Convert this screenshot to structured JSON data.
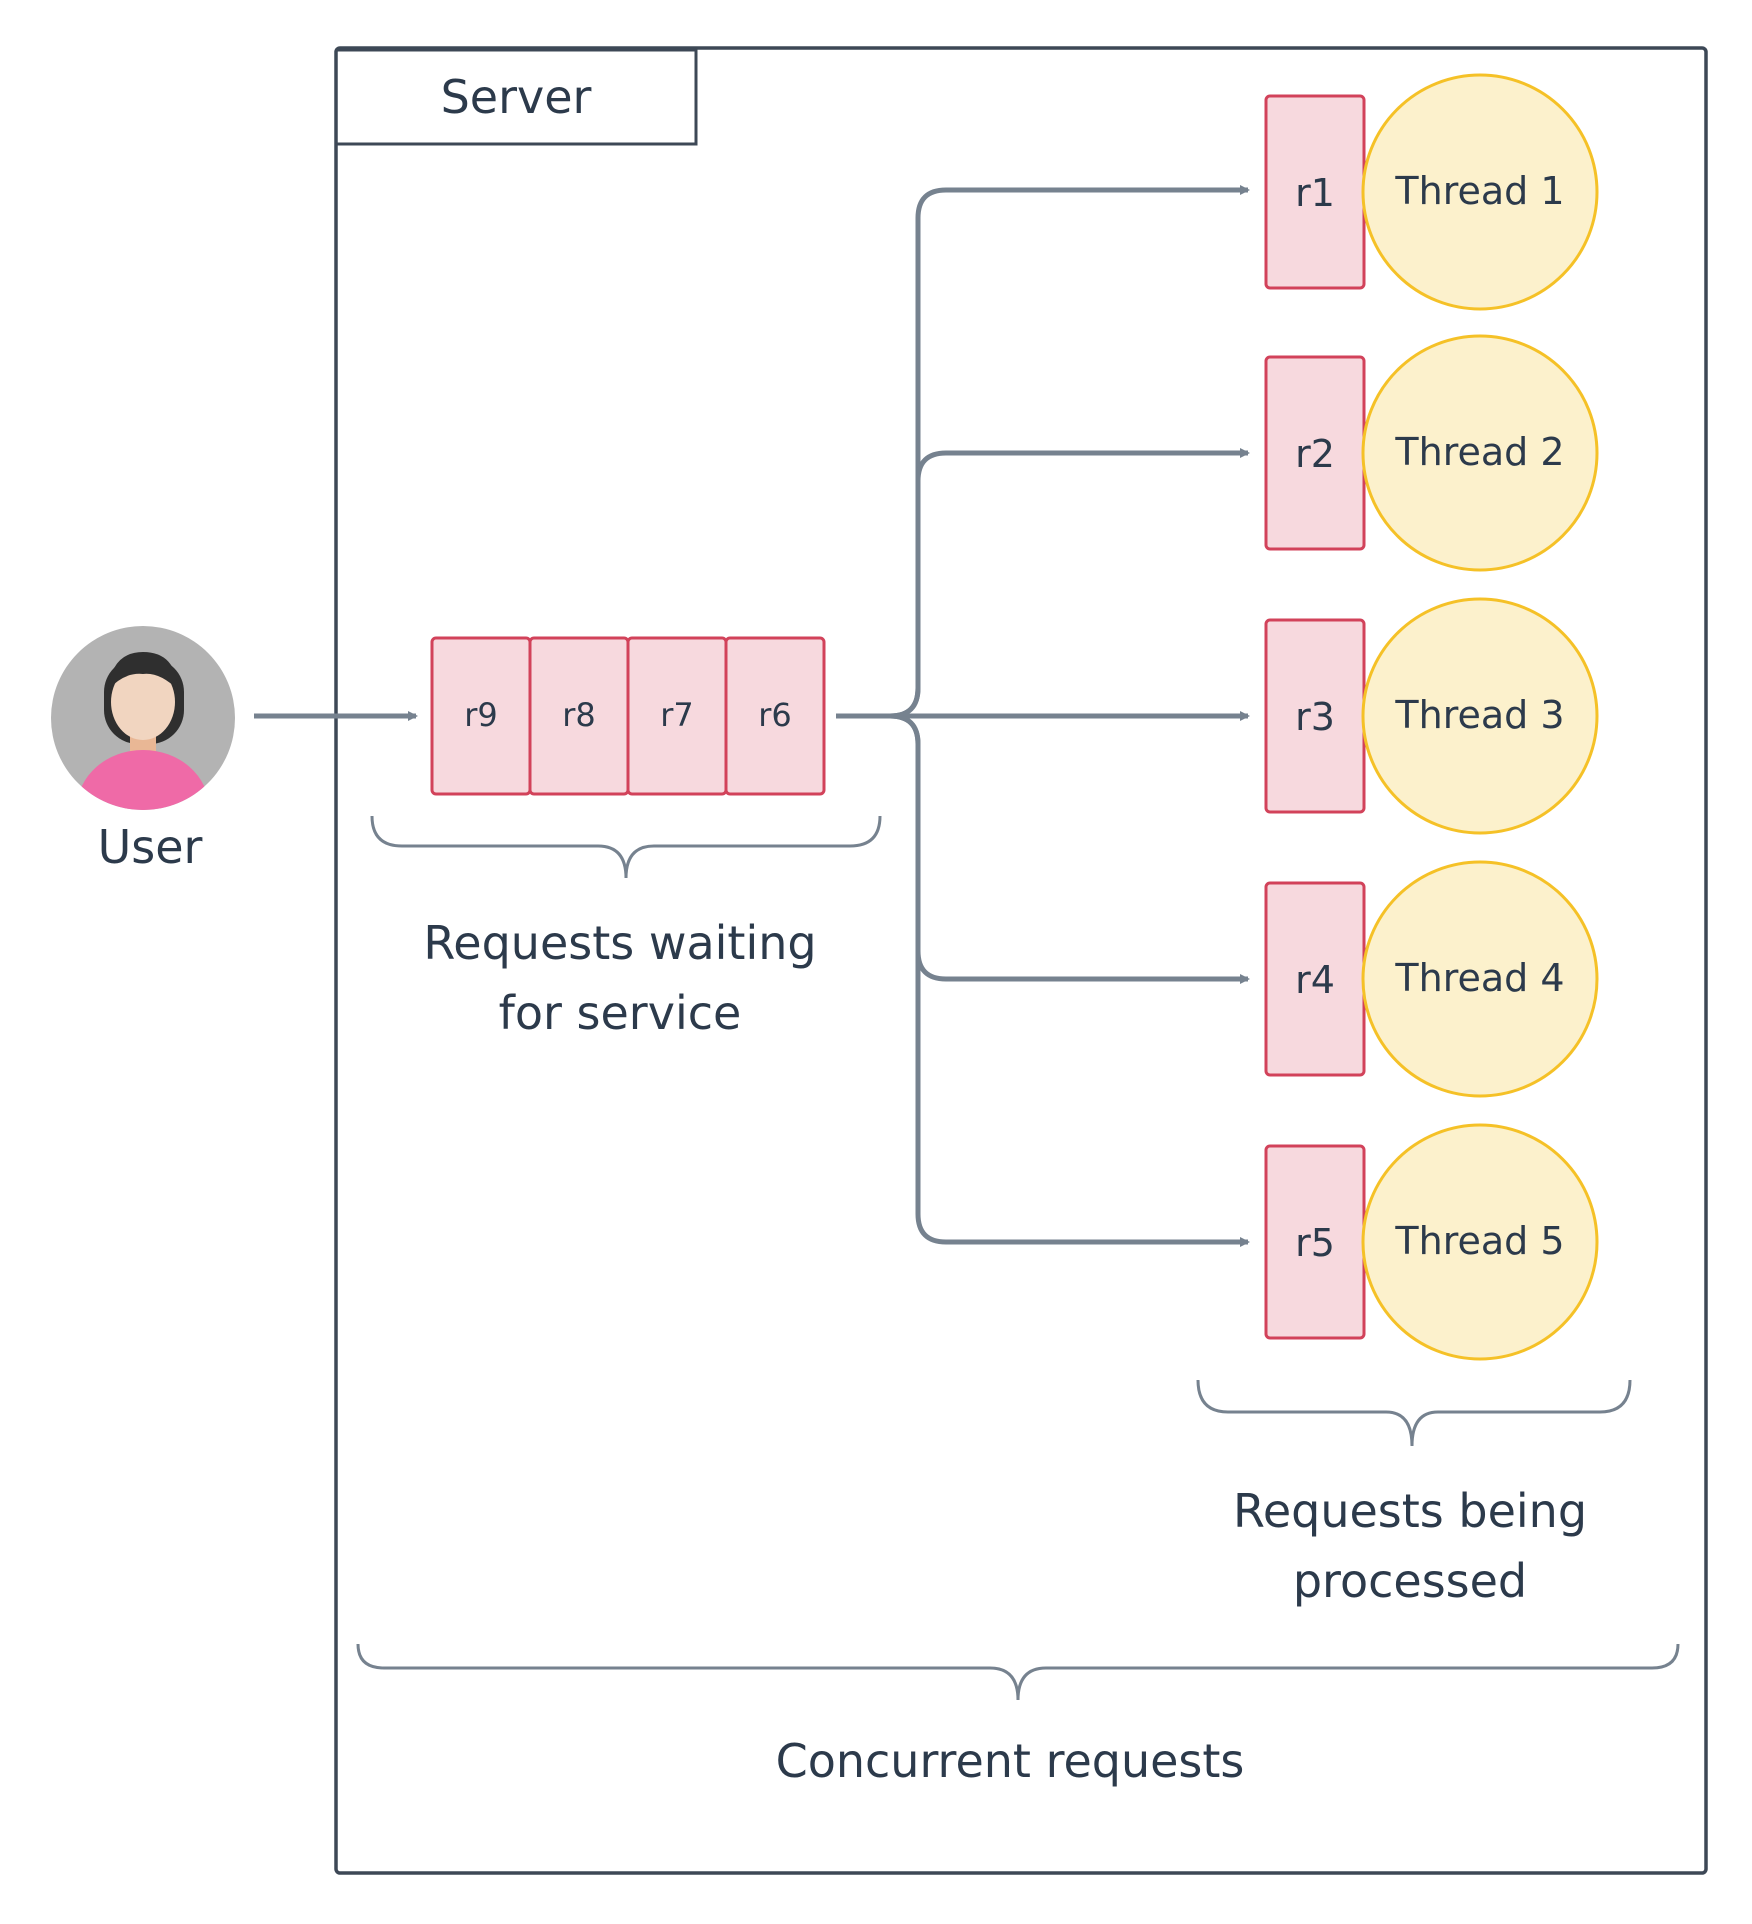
{
  "server": {
    "label": "Server"
  },
  "user": {
    "label": "User",
    "icon": "user-avatar-icon"
  },
  "queue": {
    "label_line1": "Requests waiting",
    "label_line2": "for service",
    "requests": [
      "r9",
      "r8",
      "r7",
      "r6"
    ]
  },
  "processing": {
    "label_line1": "Requests being",
    "label_line2": "processed",
    "items": [
      {
        "request": "r1",
        "thread": "Thread 1"
      },
      {
        "request": "r2",
        "thread": "Thread 2"
      },
      {
        "request": "r3",
        "thread": "Thread 3"
      },
      {
        "request": "r4",
        "thread": "Thread 4"
      },
      {
        "request": "r5",
        "thread": "Thread 5"
      }
    ]
  },
  "concurrent": {
    "label": "Concurrent requests"
  },
  "colors": {
    "request_fill": "#f7d9de",
    "request_stroke": "#d2425a",
    "thread_fill": "#fcf1cc",
    "thread_stroke": "#f5c127",
    "arrow": "#76828f",
    "frame": "#3d4856",
    "text": "#2c3a4b",
    "avatar_bg": "#b3b3b3",
    "shirt": "#ef6aa7",
    "skin": "#f1d5c0",
    "hair": "#2f2f2f"
  }
}
